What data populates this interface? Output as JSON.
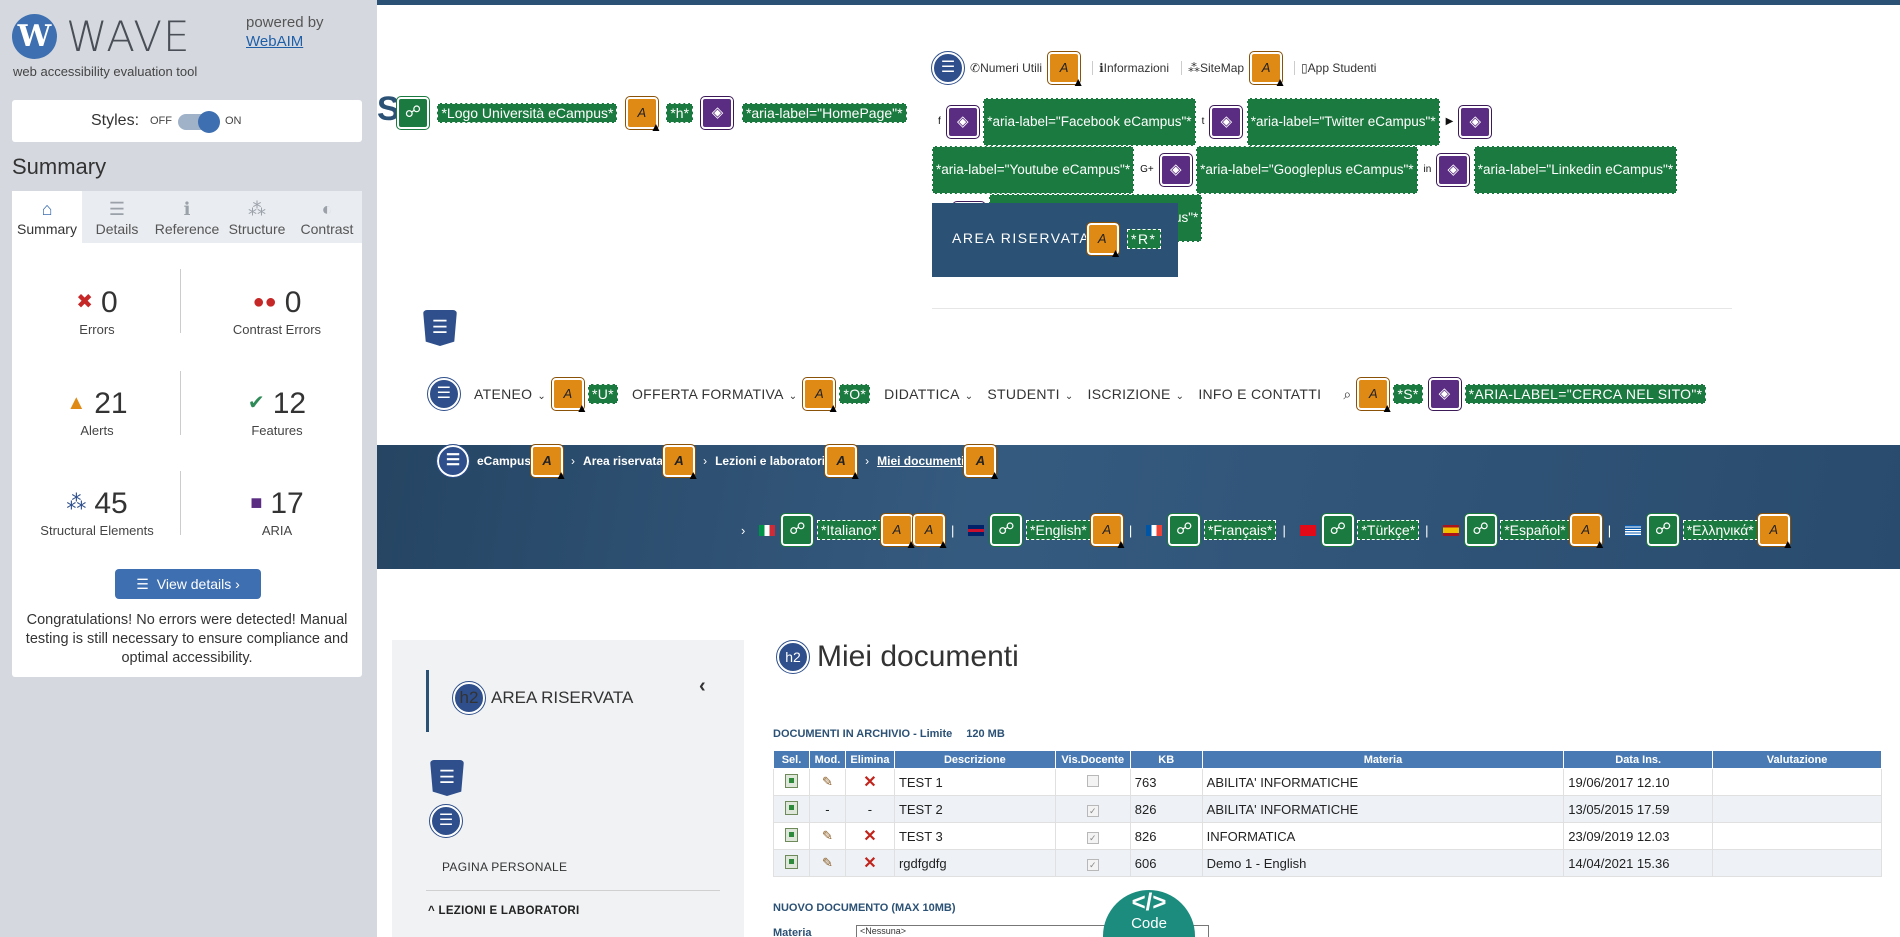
{
  "wave": {
    "logo_text": "WAVE",
    "logo_letter": "W",
    "subtitle": "web accessibility evaluation tool",
    "powered_by": "powered by",
    "webaim": "WebAIM",
    "styles_label": "Styles:",
    "off": "OFF",
    "on": "ON",
    "styles_on": true,
    "summary_title": "Summary",
    "tabs": [
      {
        "label": "Summary",
        "icon": "home-icon",
        "glyph": "⌂",
        "active": true
      },
      {
        "label": "Details",
        "icon": "list-icon",
        "glyph": "☰",
        "active": false
      },
      {
        "label": "Reference",
        "icon": "info-icon",
        "glyph": "ℹ",
        "active": false
      },
      {
        "label": "Structure",
        "icon": "hierarchy-icon",
        "glyph": "⁂",
        "active": false
      },
      {
        "label": "Contrast",
        "icon": "contrast-icon",
        "glyph": "◐",
        "active": false
      }
    ],
    "stats": {
      "errors": {
        "count": "0",
        "label": "Errors"
      },
      "contrast_errors": {
        "count": "0",
        "label": "Contrast Errors"
      },
      "alerts": {
        "count": "21",
        "label": "Alerts"
      },
      "features": {
        "count": "12",
        "label": "Features"
      },
      "structural": {
        "count": "45",
        "label": "Structural Elements"
      },
      "aria": {
        "count": "17",
        "label": "ARIA"
      }
    },
    "view_details": "View details ›",
    "congrats": "Congratulations! No errors were detected! Manual testing is still necessary to ensure compliance and optimal accessibility."
  },
  "site": {
    "logo_letter": "S",
    "logo_annotations": {
      "logo_alt": "*Logo Università eCampus*",
      "h": "*h*",
      "homepage": "*aria-label=\"HomePage\"*"
    },
    "utility_links": [
      {
        "label": "Numeri Utili",
        "icon": "phone-icon",
        "glyph": "✆"
      },
      {
        "label": "Informazioni",
        "icon": "info-icon",
        "glyph": "ℹ"
      },
      {
        "label": "SiteMap",
        "icon": "sitemap-icon",
        "glyph": "⁂"
      },
      {
        "label": "App Studenti",
        "icon": "mobile-icon",
        "glyph": "▯"
      }
    ],
    "social": [
      {
        "icon": "facebook-icon",
        "glyph": "f",
        "label": "*aria-label=\"Facebook eCampus\"*"
      },
      {
        "icon": "twitter-icon",
        "glyph": "t",
        "label": "*aria-label=\"Twitter eCampus\"*"
      },
      {
        "icon": "youtube-icon",
        "glyph": "▶",
        "label": "*aria-label=\"Youtube eCampus\"*"
      },
      {
        "icon": "googleplus-icon",
        "glyph": "G+",
        "label": "*aria-label=\"Googleplus eCampus\"*"
      },
      {
        "icon": "linkedin-icon",
        "glyph": "in",
        "label": "*aria-label=\"Linkedin eCampus\"*"
      },
      {
        "icon": "instagram-icon",
        "glyph": "◎",
        "label": "*aria-label=\"Instagram eCampus\"*"
      }
    ],
    "area_riservata": "AREA RISERVATA",
    "area_annotation": "*R*",
    "nav": [
      {
        "label": "ATENEO",
        "annotation": "*U*",
        "has_annotation": true
      },
      {
        "label": "OFFERTA FORMATIVA",
        "annotation": "*O*",
        "has_annotation": true
      },
      {
        "label": "DIDATTICA",
        "annotation": "",
        "has_annotation": false
      },
      {
        "label": "STUDENTI",
        "annotation": "",
        "has_annotation": false
      },
      {
        "label": "ISCRIZIONE",
        "annotation": "",
        "has_annotation": false
      },
      {
        "label": "INFO E CONTATTI",
        "annotation": "",
        "has_annotation": false
      }
    ],
    "search_annotation": "*S*",
    "search_aria": "*ARIA-LABEL=\"CERCA NEL SITO\"*",
    "breadcrumbs": [
      "eCampus",
      "Area riservata",
      "Lezioni e laboratori",
      "Miei documenti"
    ],
    "languages": [
      {
        "label": "*Italiano*",
        "flag": "it"
      },
      {
        "label": "*English*",
        "flag": "gb"
      },
      {
        "label": "*Français*",
        "flag": "fr"
      },
      {
        "label": "*Türkçe*",
        "flag": "tr"
      },
      {
        "label": "*Español*",
        "flag": "es"
      },
      {
        "label": "*Ελληνικά*",
        "flag": "gr"
      }
    ],
    "sidebar": {
      "heading": "AREA RISERVATA",
      "pagina_personale": "PAGINA PERSONALE",
      "lezioni": "LEZIONI E LABORATORI"
    },
    "page_title": "Miei documenti",
    "archive_label": "DOCUMENTI IN ARCHIVIO - Limite",
    "archive_limit": "120 MB",
    "table": {
      "headers": [
        "Sel.",
        "Mod.",
        "Elimina",
        "Descrizione",
        "Vis.Docente",
        "KB",
        "Materia",
        "Data Ins.",
        "Valutazione"
      ],
      "rows": [
        {
          "editable": true,
          "mod": "",
          "del": "",
          "desc": "TEST 1",
          "vis": false,
          "kb": "763",
          "materia": "ABILITA' INFORMATICHE",
          "data": "19/06/2017 12.10",
          "val": ""
        },
        {
          "editable": false,
          "mod": "-",
          "del": "-",
          "desc": "TEST 2",
          "vis": true,
          "kb": "826",
          "materia": "ABILITA' INFORMATICHE",
          "data": "13/05/2015 17.59",
          "val": ""
        },
        {
          "editable": true,
          "mod": "",
          "del": "",
          "desc": "TEST 3",
          "vis": true,
          "kb": "826",
          "materia": "INFORMATICA",
          "data": "23/09/2019 12.03",
          "val": ""
        },
        {
          "editable": true,
          "mod": "",
          "del": "",
          "desc": "rgdfgdfg",
          "vis": true,
          "kb": "606",
          "materia": "Demo 1 - English",
          "data": "14/04/2021 15.36",
          "val": ""
        }
      ]
    },
    "nuovo_documento": "NUOVO DOCUMENTO (MAX 10MB)",
    "materia_label": "Materia",
    "materia_select": "<Nessuna>",
    "code_button": {
      "symbol": "</>",
      "label": "Code"
    }
  }
}
